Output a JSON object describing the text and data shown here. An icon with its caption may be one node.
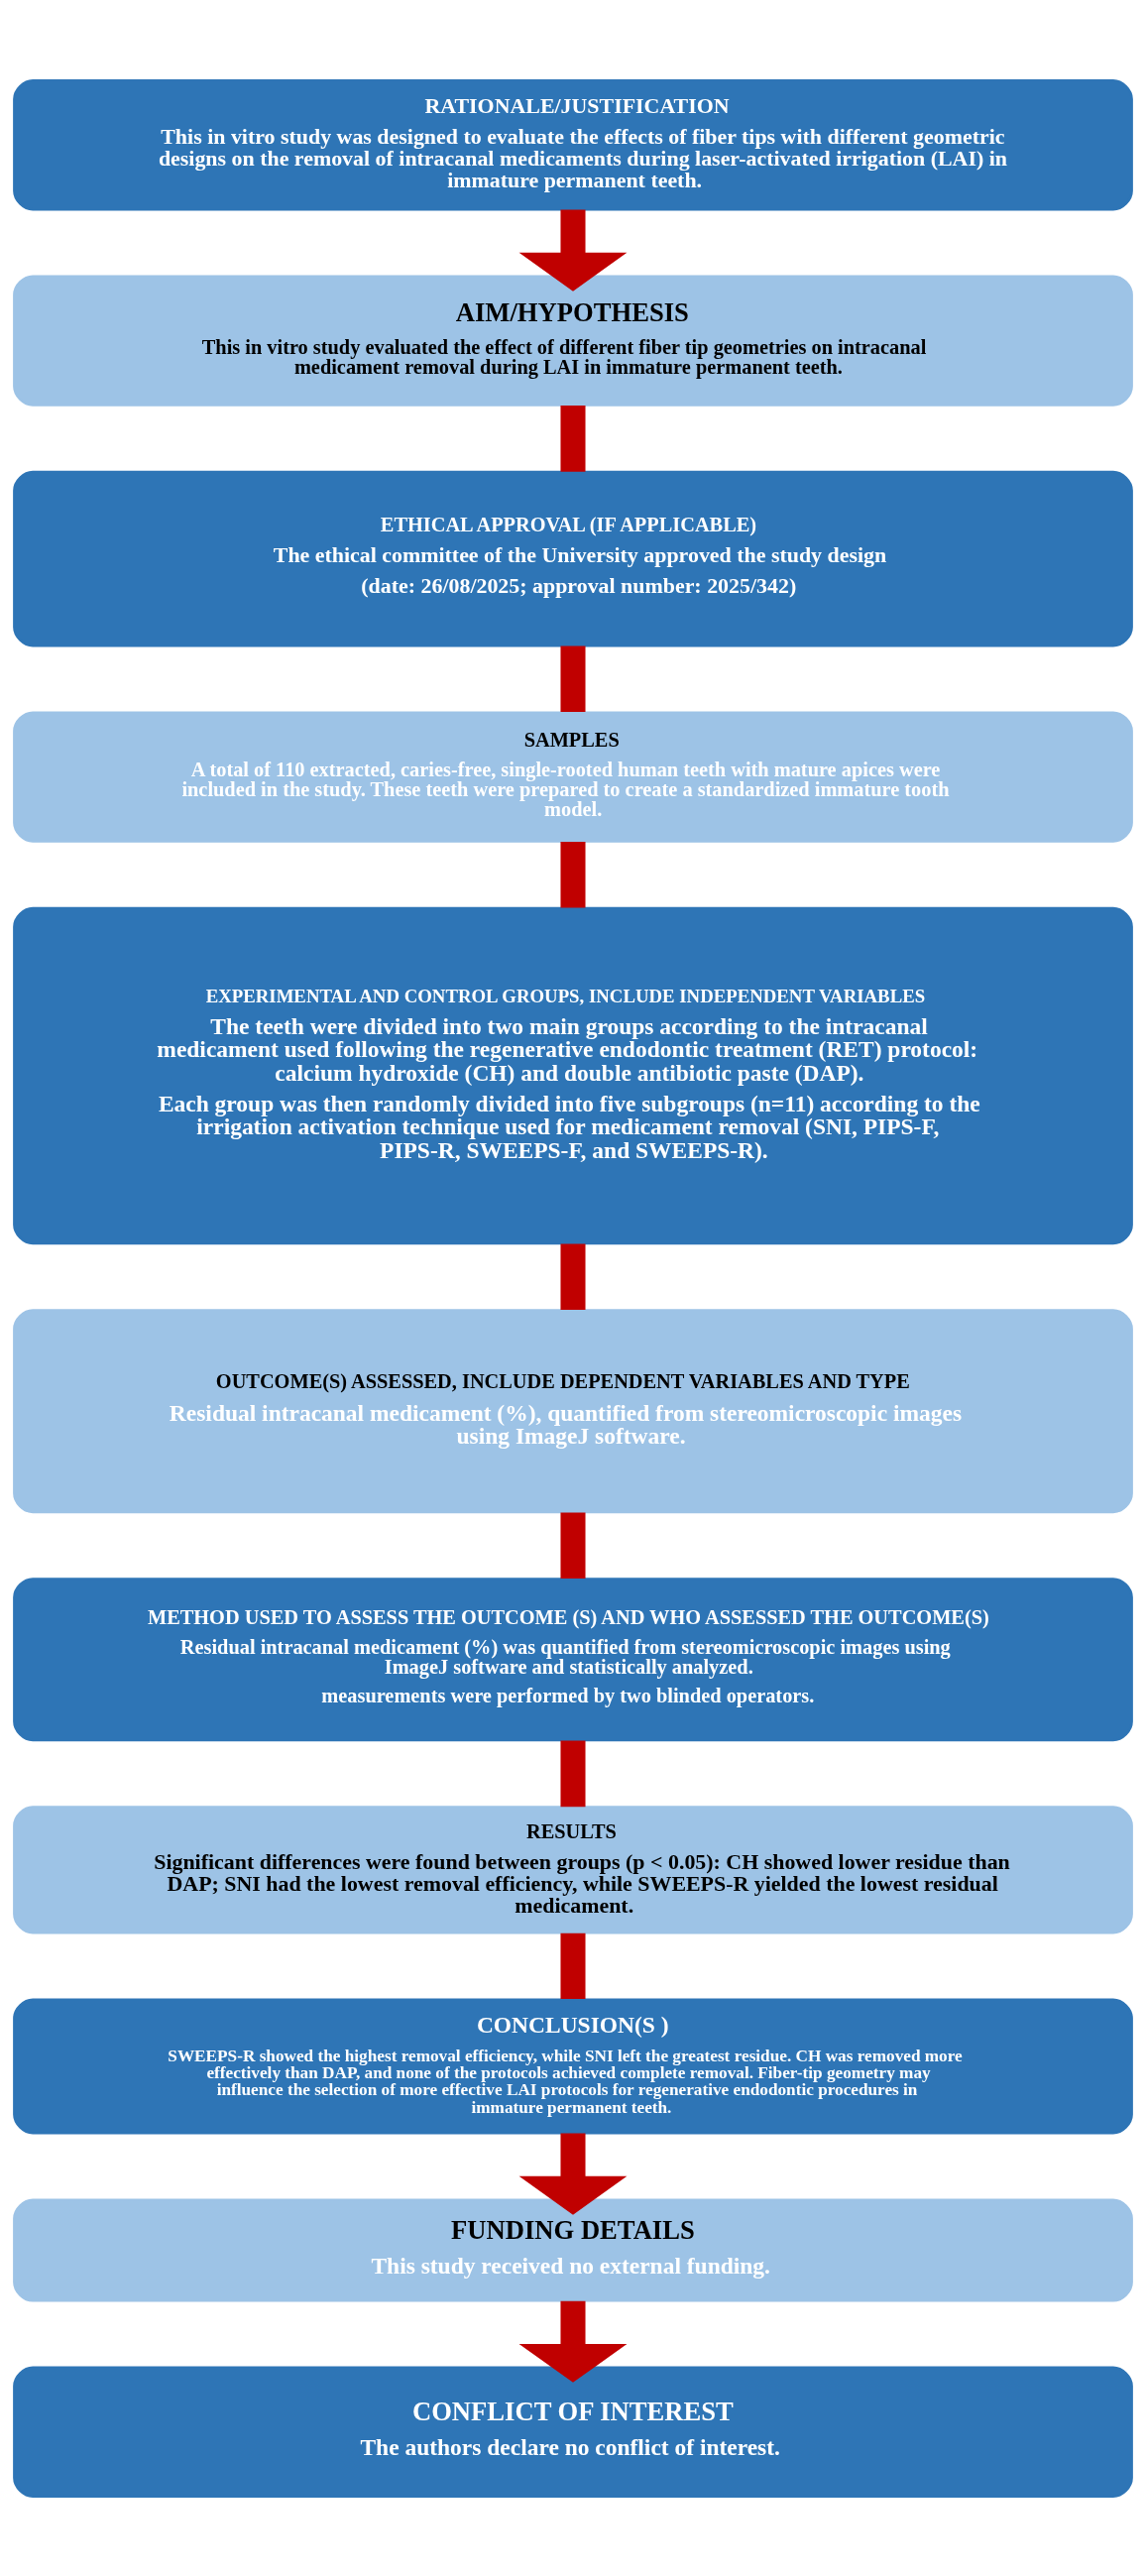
{
  "diagram": {
    "nodes": [
      {
        "text": [
          "RATIONALE/JUSTIFICATION",
          "This in vitro study was designed to evaluate the effects of fiber tips with different geometric designs on the removal of intracanal medicaments during laser-activated irrigation (LAI) in immature permanent teeth."
        ]
      },
      {
        "text": [
          "AIM/HYPOTHESIS",
          "This in vitro study evaluated the effect of different fiber tip geometries on intracanal medicament removal during LAI in immature permanent teeth."
        ]
      },
      {
        "text": [
          "ETHICAL APPROVAL (IF APPLICABLE)",
          "The ethical committee of the University approved the study design",
          "(date: 26/08/2025; approval number: 2025/342)"
        ]
      },
      {
        "text": [
          "SAMPLES",
          "A total of 110 extracted, caries-free, single-rooted human teeth with mature apices were included in the study. These teeth were prepared to create a standardized immature tooth model."
        ]
      },
      {
        "text": [
          "EXPERIMENTAL AND CONTROL GROUPS, INCLUDE INDEPENDENT VARIABLES",
          "The teeth were divided into two main groups according to the intracanal medicament used following the regenerative endodontic treatment (RET) protocol: calcium hydroxide (CH) and double antibiotic paste (DAP).",
          "Each group was then randomly divided into five subgroups (n=11) according to the irrigation activation technique used for medicament removal (SNI, PIPS-F, PIPS-R, SWEEPS-F, and SWEEPS-R)."
        ]
      },
      {
        "text": [
          "OUTCOME(S) ASSESSED, INCLUDE DEPENDENT VARIABLES AND TYPE",
          "Residual intracanal medicament (%), quantified from stereomicroscopic images using ImageJ software."
        ]
      },
      {
        "text": [
          "METHOD USED TO ASSESS THE OUTCOME (S) AND WHO ASSESSED THE OUTCOME(S)",
          "Residual intracanal medicament (%) was quantified from stereomicroscopic images using ImageJ software and statistically analyzed.",
          "measurements were performed by two blinded operators."
        ]
      },
      {
        "text": [
          "RESULTS",
          "Significant differences were found between groups (p < 0.05): CH showed lower residue than DAP; SNI had the lowest removal efficiency, while SWEEPS-R yielded the lowest residual medicament."
        ]
      },
      {
        "text": [
          "CONCLUSION(S )",
          "SWEEPS-R showed the highest removal efficiency, while SNI left the greatest residue. CH was removed more effectively than DAP, and none of the protocols achieved complete removal. Fiber-tip geometry may influence the selection of more effective LAI protocols for regenerative endodontic procedures in immature permanent teeth."
        ]
      },
      {
        "text": [
          "FUNDING DETAILS",
          "This study received no external funding."
        ]
      },
      {
        "text": [
          "CONFLICT OF INTEREST",
          "The authors declare no conflict of interest."
        ]
      }
    ],
    "edges": [
      {
        "from": 0,
        "to": 1,
        "arrow": "to"
      },
      {
        "from": 1,
        "to": 2,
        "arrow": "none"
      },
      {
        "from": 2,
        "to": 3,
        "arrow": "none"
      },
      {
        "from": 3,
        "to": 4,
        "arrow": "none"
      },
      {
        "from": 4,
        "to": 5,
        "arrow": "none"
      },
      {
        "from": 5,
        "to": 6,
        "arrow": "none"
      },
      {
        "from": 6,
        "to": 7,
        "arrow": "none"
      },
      {
        "from": 7,
        "to": 8,
        "arrow": "none"
      },
      {
        "from": 8,
        "to": 9,
        "arrow": "to"
      },
      {
        "from": 9,
        "to": 10,
        "arrow": "to"
      }
    ]
  }
}
